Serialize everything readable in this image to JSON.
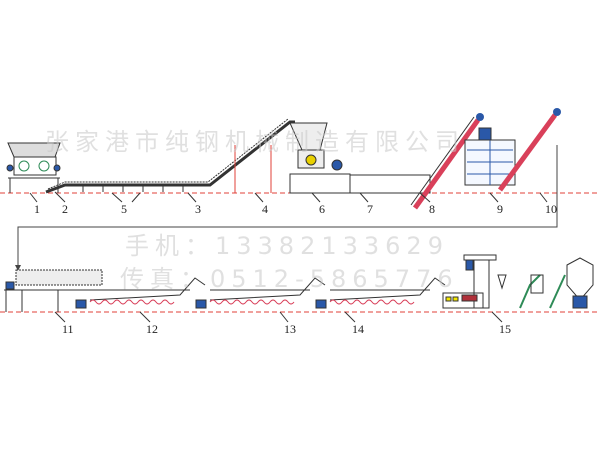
{
  "watermarks": {
    "company": "张家港市纯钢机械制造有限公司",
    "mobile": "手机：13382133629",
    "fax": "传真：0512-5865776"
  },
  "labels": {
    "row1": [
      "1",
      "2",
      "5",
      "3",
      "4",
      "6",
      "7",
      "8",
      "9",
      "10"
    ],
    "row2": [
      "11",
      "12",
      "13",
      "14",
      "15"
    ]
  },
  "colors": {
    "ground": "#e0413a",
    "line": "#333333",
    "motor": "#2a58a8",
    "screw": "#d9405a",
    "frame": "#2e8b57"
  }
}
